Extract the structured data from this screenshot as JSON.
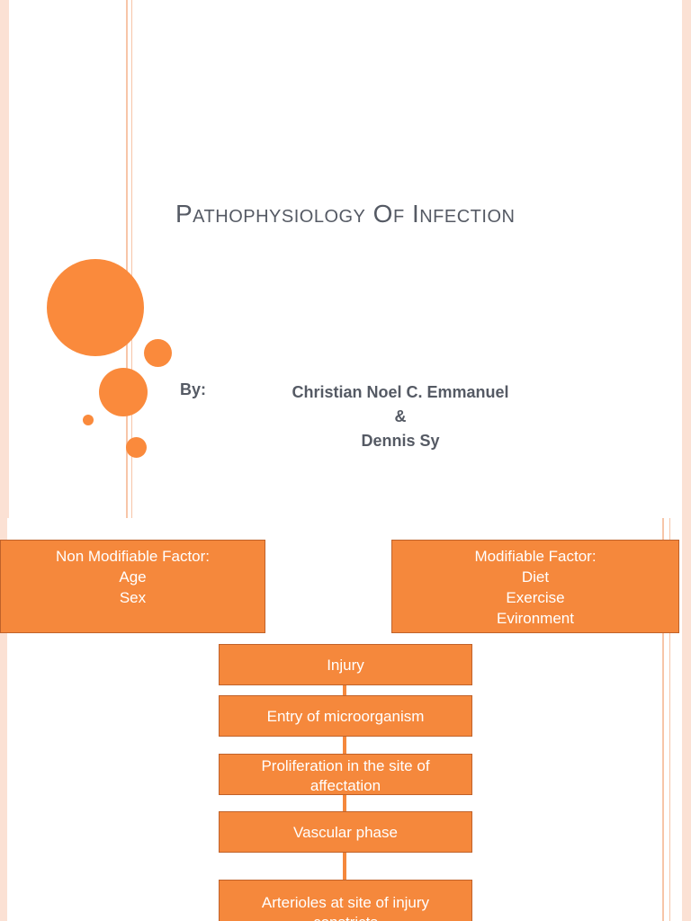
{
  "slide1": {
    "title": "Pathophysiology Of Infection",
    "by_label": "By:",
    "authors": [
      "Christian Noel C. Emmanuel",
      "&",
      "Dennis Sy"
    ],
    "colors": {
      "accent": "#fa8a3c",
      "text": "#555a64",
      "strip": "#fbe1d4"
    }
  },
  "slide2": {
    "non_modifiable": {
      "heading": "Non Modifiable Factor:",
      "items": [
        "Age",
        "Sex"
      ]
    },
    "modifiable": {
      "heading": "Modifiable Factor:",
      "items": [
        "Diet",
        "Exercise",
        "Evironment"
      ]
    },
    "flow": [
      {
        "lines": [
          "Injury"
        ]
      },
      {
        "lines": [
          "Entry of microorganism"
        ]
      },
      {
        "lines": [
          "Proliferation in the site of",
          "affectation"
        ]
      },
      {
        "lines": [
          "Vascular phase"
        ]
      },
      {
        "lines": [
          "Arterioles at site of injury",
          "constricts"
        ]
      }
    ],
    "colors": {
      "box_fill": "#f5883c",
      "box_border": "#c0622a",
      "box_text": "#ffffff"
    }
  }
}
